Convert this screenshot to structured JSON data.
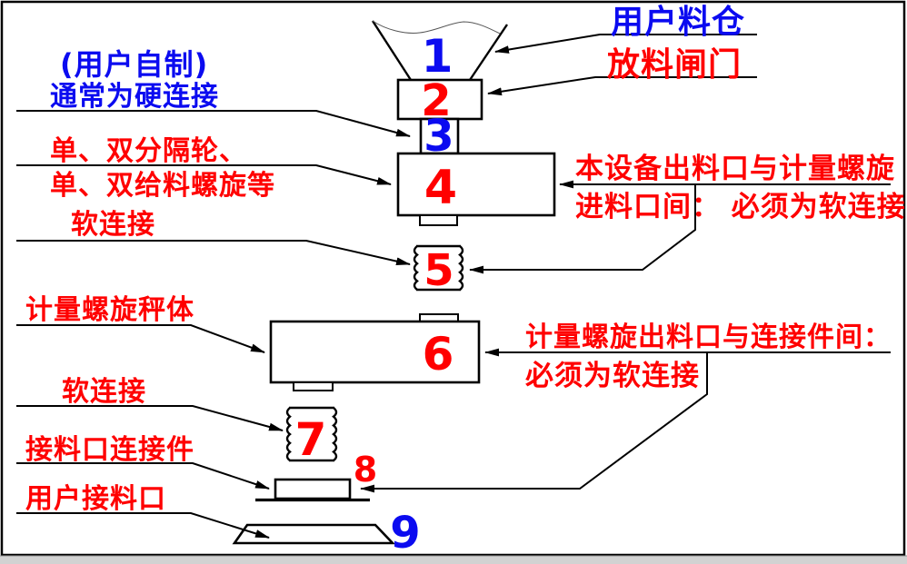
{
  "window": {
    "background": "#ffffff",
    "border_color": "#000000",
    "bottom_bar_color": "#d2d2d2"
  },
  "palette": {
    "blue": "#0b0bf0",
    "red": "#ff0000",
    "line": "#000000"
  },
  "numbers": {
    "n1": "1",
    "n2": "2",
    "n3": "3",
    "n4": "4",
    "n5": "5",
    "n6": "6",
    "n7": "7",
    "n8": "8",
    "n9": "9"
  },
  "labels": {
    "user_silo": "用户料仓",
    "discharge_gate": "放料闸门",
    "user_made": "(用户自制)",
    "hard_connection": "通常为硬连接",
    "divider_wheel": "单、双分隔轮、",
    "feed_screw": "单、双给料螺旋等",
    "soft_connection_upper": "软连接",
    "scale_body": "计量螺旋秤体",
    "soft_connection_lower": "软连接",
    "inlet_connector": "接料口连接件",
    "user_inlet": "用户接料口",
    "note_inlet_line1": "本设备出料口与计量螺旋",
    "note_inlet_line2": "进料口间： 必须为软连接",
    "note_outlet_line1": "计量螺旋出料口与连接件间：",
    "note_outlet_line2": "必须为软连接"
  }
}
